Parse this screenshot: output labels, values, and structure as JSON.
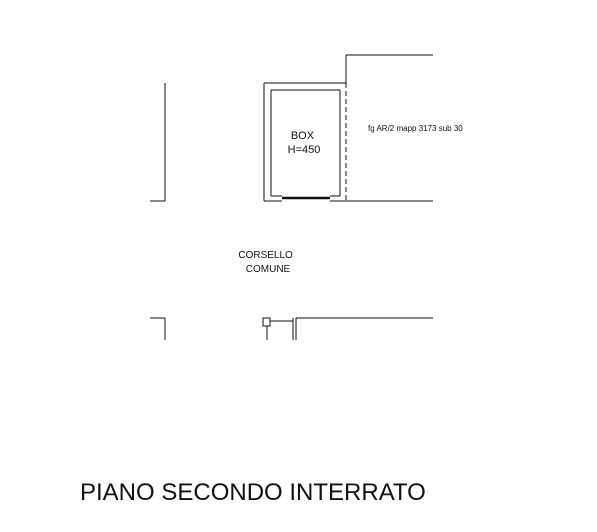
{
  "floor_plan": {
    "box_label_line1": "BOX",
    "box_label_line2": "H=450",
    "cadastral_ref": "fg AR/2 mapp 3173 sub 30",
    "corridor_line1": "CORSELLO",
    "corridor_line2": "COMUNE",
    "floor_title": "PIANO SECONDO INTERRATO"
  },
  "colors": {
    "background": "#ffffff",
    "line": "#111111"
  }
}
